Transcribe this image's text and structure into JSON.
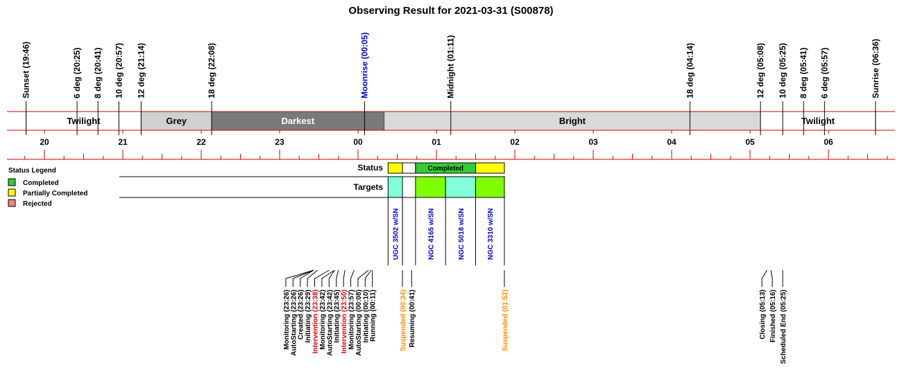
{
  "title": "Observing Result for 2021-03-31 (S00878)",
  "colors": {
    "red_line": "#cc0000",
    "twilight": "#ffffff",
    "grey": "#d0d0d0",
    "darkest": "#7a7a7a",
    "bright": "#d9d9d9",
    "completed": "#33cc33",
    "partial": "#ffff00",
    "rejected": "#f08080",
    "target_cyan": "#80ffd8",
    "target_green": "#80ff00",
    "target_text": "#0000cc",
    "moon_text": "#0000cc",
    "suspended": "#ff8c00",
    "intervention": "#dd0000",
    "normal": "#000000"
  },
  "chart_data": {
    "type": "timeline",
    "hour_ticks": [
      "20",
      "21",
      "22",
      "23",
      "00",
      "01",
      "02",
      "03",
      "04",
      "05",
      "06"
    ],
    "events_top": [
      {
        "label": "Sunset (19:46)",
        "time": "19:46",
        "kind": "normal"
      },
      {
        "label": "6 deg (20:25)",
        "time": "20:25",
        "kind": "normal"
      },
      {
        "label": "8 deg (20:41)",
        "time": "20:41",
        "kind": "normal"
      },
      {
        "label": "10 deg (20:57)",
        "time": "20:57",
        "kind": "normal"
      },
      {
        "label": "12 deg (21:14)",
        "time": "21:14",
        "kind": "normal"
      },
      {
        "label": "18 deg (22:08)",
        "time": "22:08",
        "kind": "normal"
      },
      {
        "label": "Moonrise (00:05)",
        "time": "00:05",
        "kind": "moon"
      },
      {
        "label": "Midnight (01:11)",
        "time": "01:11",
        "kind": "normal"
      },
      {
        "label": "18 deg (04:14)",
        "time": "04:14",
        "kind": "normal"
      },
      {
        "label": "12 deg (05:08)",
        "time": "05:08",
        "kind": "normal"
      },
      {
        "label": "10 deg (05:25)",
        "time": "05:25",
        "kind": "normal"
      },
      {
        "label": "8 deg (05:41)",
        "time": "05:41",
        "kind": "normal"
      },
      {
        "label": "6 deg (05:57)",
        "time": "05:57",
        "kind": "normal"
      },
      {
        "label": "Sunrise (06:36)",
        "time": "06:36",
        "kind": "normal"
      }
    ],
    "bands": [
      {
        "label": "Twilight",
        "start": "19:46",
        "end": "21:14",
        "color": "twilight"
      },
      {
        "label": "Grey",
        "start": "21:14",
        "end": "22:08",
        "color": "grey"
      },
      {
        "label": "Darkest",
        "start": "22:08",
        "end": "00:20",
        "color": "darkest"
      },
      {
        "label": "Bright",
        "start": "00:20",
        "end": "05:08",
        "color": "bright"
      },
      {
        "label": "Twilight",
        "start": "05:08",
        "end": "06:36",
        "color": "twilight"
      }
    ],
    "status_label": "Status",
    "targets_label": "Targets",
    "status_segments": [
      {
        "start": "00:23",
        "end": "00:34",
        "color": "partial",
        "label": ""
      },
      {
        "start": "00:34",
        "end": "00:44",
        "color": "twilight",
        "label": ""
      },
      {
        "start": "00:44",
        "end": "01:30",
        "color": "completed",
        "label": "Completed"
      },
      {
        "start": "01:30",
        "end": "01:52",
        "color": "partial",
        "label": ""
      }
    ],
    "targets": [
      {
        "name": "UGC 3502 w/SN",
        "start": "00:23",
        "end": "00:34",
        "color": "target_cyan"
      },
      {
        "name": "NGC 4165 w/SN",
        "start": "00:44",
        "end": "01:07",
        "color": "target_green"
      },
      {
        "name": "NGC 5018 w/SN",
        "start": "01:07",
        "end": "01:30",
        "color": "target_cyan"
      },
      {
        "name": "NGC 3310 w/SN",
        "start": "01:30",
        "end": "01:52",
        "color": "target_green"
      }
    ],
    "legend_title": "Status Legend",
    "legend": [
      {
        "label": "Completed",
        "color": "completed"
      },
      {
        "label": "Partially Completed",
        "color": "partial"
      },
      {
        "label": "Rejected",
        "color": "rejected"
      }
    ],
    "events_bottom": [
      {
        "label": "Monitoring (23:26)",
        "time": "23:26",
        "kind": "normal"
      },
      {
        "label": "AutoStarting (23:26)",
        "time": "23:26",
        "kind": "normal"
      },
      {
        "label": "Created (23:26)",
        "time": "23:26",
        "kind": "normal"
      },
      {
        "label": "Initiating (23:29)",
        "time": "23:29",
        "kind": "normal"
      },
      {
        "label": "Intervention (23:38)",
        "time": "23:38",
        "kind": "intervention"
      },
      {
        "label": "Monitoring (23:42)",
        "time": "23:42",
        "kind": "normal"
      },
      {
        "label": "AutoStarting (23:42)",
        "time": "23:42",
        "kind": "normal"
      },
      {
        "label": "Initiating (23:45)",
        "time": "23:45",
        "kind": "normal"
      },
      {
        "label": "Intervention (23:50)",
        "time": "23:50",
        "kind": "intervention"
      },
      {
        "label": "Monitoring (23:57)",
        "time": "23:57",
        "kind": "normal"
      },
      {
        "label": "AutoStarting (00:08)",
        "time": "00:08",
        "kind": "normal"
      },
      {
        "label": "Initiating (00:10)",
        "time": "00:10",
        "kind": "normal"
      },
      {
        "label": "Running (00:11)",
        "time": "00:11",
        "kind": "normal"
      },
      {
        "label": "Suspended (00:34)",
        "time": "00:34",
        "kind": "suspended"
      },
      {
        "label": "Resuming (00:41)",
        "time": "00:41",
        "kind": "normal"
      },
      {
        "label": "Suspended (01:52)",
        "time": "01:52",
        "kind": "suspended"
      },
      {
        "label": "Closing (05:13)",
        "time": "05:13",
        "kind": "normal"
      },
      {
        "label": "Finished (05:16)",
        "time": "05:16",
        "kind": "normal"
      },
      {
        "label": "Scheduled End (05:25)",
        "time": "05:25",
        "kind": "normal"
      }
    ]
  }
}
